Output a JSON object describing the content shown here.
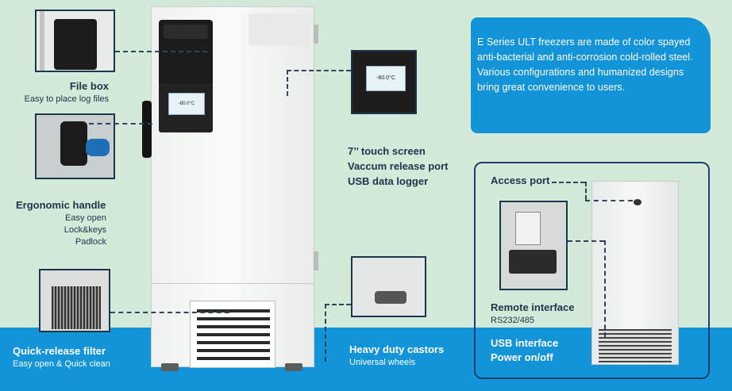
{
  "info": {
    "description": "E Series ULT freezers are made of color spayed anti-bacterial and anti-corrosion cold-rolled steel. Various configurations and humanized designs bring great convenience to users."
  },
  "features": {
    "file_box": {
      "title": "File box",
      "subtitle": "Easy to place log files"
    },
    "handle": {
      "title": "Ergonomic handle",
      "lines": [
        "Easy open",
        "Lock&keys",
        "Padlock"
      ]
    },
    "filter": {
      "title": "Quick-release filter",
      "subtitle": "Easy open & Quick clean"
    },
    "screen": {
      "lines": [
        "7’’ touch screen",
        "Vaccum release port",
        "USB data logger"
      ],
      "display": "-80.0°C"
    },
    "castors": {
      "title": "Heavy duty castors",
      "subtitle": "Universal wheels"
    },
    "access_port": {
      "title": "Access port"
    },
    "remote": {
      "title": "Remote interface",
      "subtitle": "RS232/485"
    },
    "usb_power": {
      "lines": [
        "USB interface",
        "Power on/off"
      ]
    }
  },
  "colors": {
    "background": "#d3ead8",
    "accent_blue": "#1394d8",
    "text_dark": "#20344f",
    "frame_navy": "#1e3f72"
  }
}
